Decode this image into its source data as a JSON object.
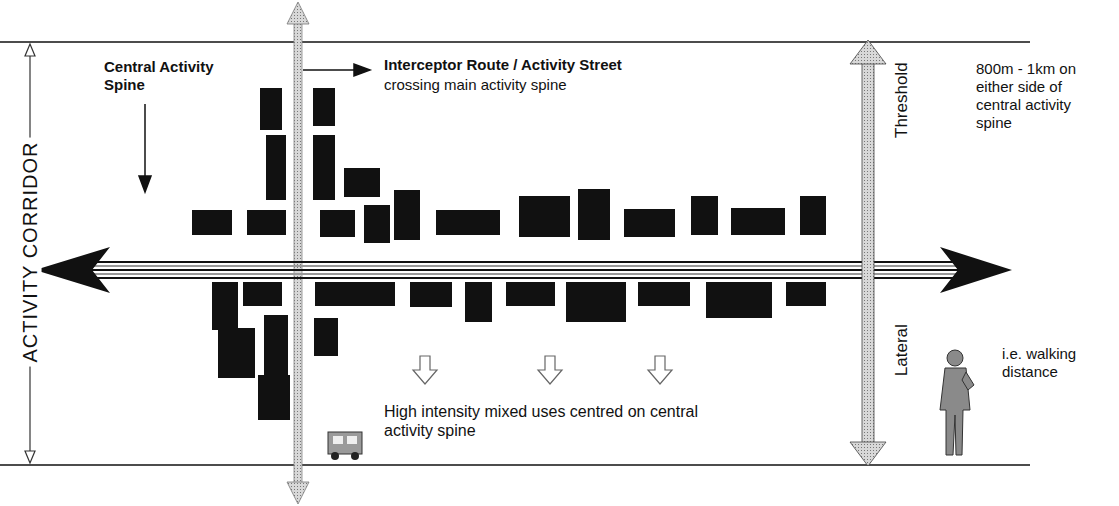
{
  "diagram": {
    "labels": [
      "ACTIVITY CORRIDOR",
      "Central Activity Spine",
      "Interceptor Route / Activity Street",
      "crossing main activity spine",
      "Threshold",
      "Lateral",
      "800m - 1km on either side of central activity spine",
      "i.e. walking distance",
      "High intensity mixed uses centred on central activity spine"
    ]
  }
}
